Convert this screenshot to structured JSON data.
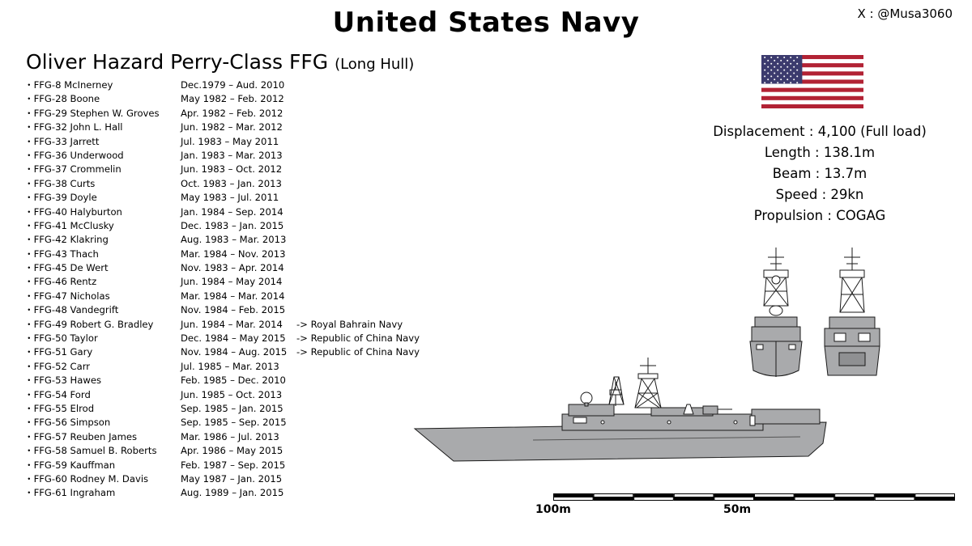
{
  "header": {
    "title": "United States Navy",
    "credit": "X : @Musa3060"
  },
  "ship_class": {
    "name": "Oliver Hazard Perry-Class FFG",
    "variant": "(Long Hull)"
  },
  "ships": [
    {
      "name": "・FFG-8   McInerney",
      "service": "Dec.1979 – Aud. 2010",
      "fate": ""
    },
    {
      "name": "・FFG-28 Boone",
      "service": "May 1982 – Feb. 2012",
      "fate": ""
    },
    {
      "name": "・FFG-29 Stephen W. Groves",
      "service": "Apr. 1982 – Feb. 2012",
      "fate": ""
    },
    {
      "name": "・FFG-32 John L. Hall",
      "service": "Jun. 1982 – Mar. 2012",
      "fate": ""
    },
    {
      "name": "・FFG-33 Jarrett",
      "service": "Jul.  1983 – May 2011",
      "fate": ""
    },
    {
      "name": "・FFG-36 Underwood",
      "service": "Jan. 1983 – Mar. 2013",
      "fate": ""
    },
    {
      "name": "・FFG-37 Crommelin",
      "service": "Jun. 1983 – Oct. 2012",
      "fate": ""
    },
    {
      "name": "・FFG-38 Curts",
      "service": "Oct. 1983 – Jan. 2013",
      "fate": ""
    },
    {
      "name": "・FFG-39 Doyle",
      "service": "May  1983 – Jul. 2011",
      "fate": ""
    },
    {
      "name": "・FFG-40 Halyburton",
      "service": "Jan. 1984 – Sep. 2014",
      "fate": ""
    },
    {
      "name": "・FFG-41 McClusky",
      "service": "Dec. 1983 – Jan. 2015",
      "fate": ""
    },
    {
      "name": "・FFG-42 Klakring",
      "service": "Aug. 1983 – Mar. 2013",
      "fate": ""
    },
    {
      "name": "・FFG-43 Thach",
      "service": "Mar. 1984 – Nov. 2013",
      "fate": ""
    },
    {
      "name": "・FFG-45 De Wert",
      "service": "Nov. 1983 – Apr. 2014",
      "fate": ""
    },
    {
      "name": "・FFG-46 Rentz",
      "service": "Jun. 1984 – May 2014",
      "fate": ""
    },
    {
      "name": "・FFG-47 Nicholas",
      "service": "Mar. 1984 – Mar. 2014",
      "fate": ""
    },
    {
      "name": "・FFG-48 Vandegrift",
      "service": "Nov. 1984 – Feb. 2015",
      "fate": ""
    },
    {
      "name": "・FFG-49 Robert G. Bradley",
      "service": "Jun. 1984 – Mar. 2014",
      "fate": "-> Royal Bahrain Navy"
    },
    {
      "name": "・FFG-50 Taylor",
      "service": "Dec. 1984 – May 2015",
      "fate": "-> Republic of China Navy"
    },
    {
      "name": "・FFG-51 Gary",
      "service": "Nov. 1984 – Aug. 2015",
      "fate": "-> Republic of China Navy"
    },
    {
      "name": "・FFG-52 Carr",
      "service": "Jul.  1985 – Mar. 2013",
      "fate": ""
    },
    {
      "name": "・FFG-53 Hawes",
      "service": "Feb. 1985 – Dec. 2010",
      "fate": ""
    },
    {
      "name": "・FFG-54 Ford",
      "service": "Jun. 1985 – Oct. 2013",
      "fate": ""
    },
    {
      "name": "・FFG-55 Elrod",
      "service": "Sep. 1985 – Jan. 2015",
      "fate": ""
    },
    {
      "name": "・FFG-56 Simpson",
      "service": "Sep. 1985 – Sep. 2015",
      "fate": ""
    },
    {
      "name": "・FFG-57 Reuben James",
      "service": "Mar. 1986 – Jul. 2013",
      "fate": ""
    },
    {
      "name": "・FFG-58 Samuel B. Roberts",
      "service": "Apr.  1986 – May 2015",
      "fate": ""
    },
    {
      "name": "・FFG-59 Kauffman",
      "service": "Feb. 1987 – Sep. 2015",
      "fate": ""
    },
    {
      "name": "・FFG-60 Rodney M. Davis",
      "service": "May 1987 – Jan. 2015",
      "fate": ""
    },
    {
      "name": "・FFG-61 Ingraham",
      "service": "Aug. 1989  – Jan. 2015",
      "fate": ""
    }
  ],
  "specs": [
    "Displacement : 4,100 (Full load)",
    "Length : 138.1m",
    "Beam : 13.7m",
    "Speed : 29kn",
    "Propulsion : COGAG"
  ],
  "scale": {
    "label_100": "100m",
    "label_50": "50m"
  },
  "colors": {
    "hull": "#a9aaac",
    "outline": "#1a1a1a",
    "flag_red": "#b22234",
    "flag_blue": "#3c3b6e"
  }
}
